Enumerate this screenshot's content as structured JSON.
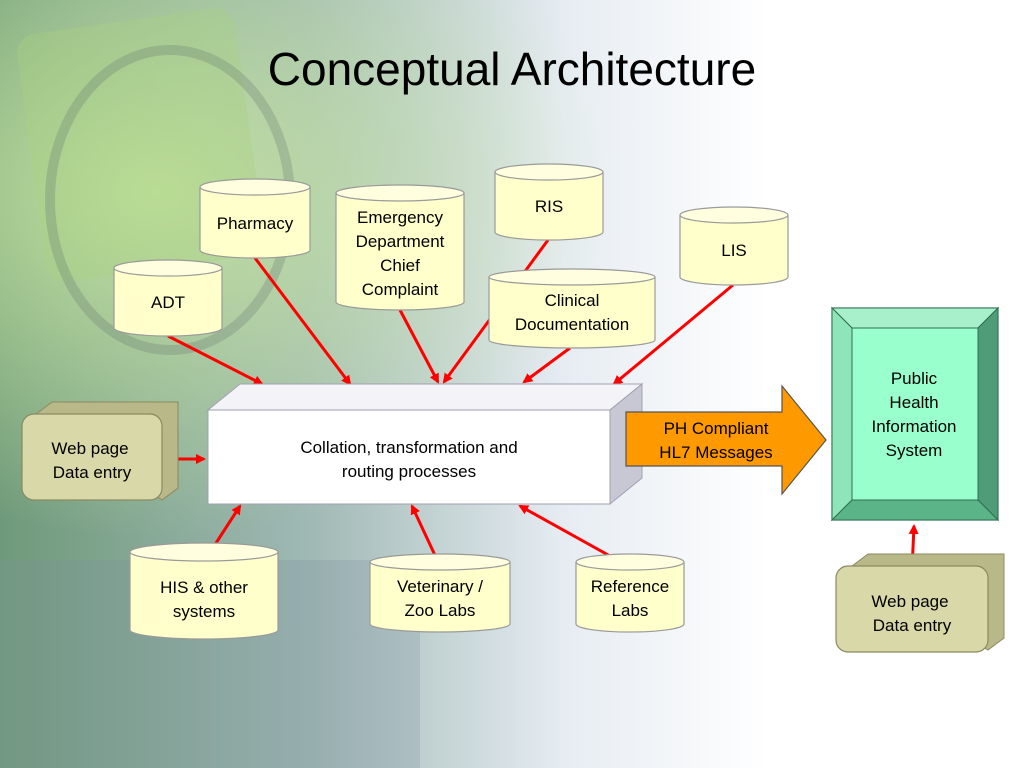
{
  "title": "Conceptual Architecture",
  "hub": {
    "lines": [
      "Collation, transformation and",
      "routing processes"
    ]
  },
  "sources": {
    "pharmacy": {
      "lines": [
        "Pharmacy"
      ]
    },
    "emergency": {
      "lines": [
        "Emergency",
        "Department",
        "Chief",
        "Complaint"
      ]
    },
    "ris": {
      "lines": [
        "RIS"
      ]
    },
    "lis": {
      "lines": [
        "LIS"
      ]
    },
    "adt": {
      "lines": [
        "ADT"
      ]
    },
    "clinical": {
      "lines": [
        "Clinical",
        "Documentation"
      ]
    },
    "his": {
      "lines": [
        "HIS & other",
        "systems"
      ]
    },
    "vet": {
      "lines": [
        "Veterinary /",
        "Zoo Labs"
      ]
    },
    "ref": {
      "lines": [
        "Reference",
        "Labs"
      ]
    }
  },
  "web_entry_left": {
    "lines": [
      "Web page",
      "Data entry"
    ]
  },
  "web_entry_right": {
    "lines": [
      "Web page",
      "Data entry"
    ]
  },
  "messages": {
    "lines": [
      "PH Compliant",
      "HL7 Messages"
    ]
  },
  "phis": {
    "lines": [
      "Public",
      "Health",
      "Information",
      "System"
    ]
  },
  "colors": {
    "cylinder_fill": "#ffffcc",
    "arrow": "#ff0000",
    "hl7_arrow": "#ff9900",
    "phis_fill": "#99ffcc",
    "web_entry_fill": "#d8d8a8"
  }
}
